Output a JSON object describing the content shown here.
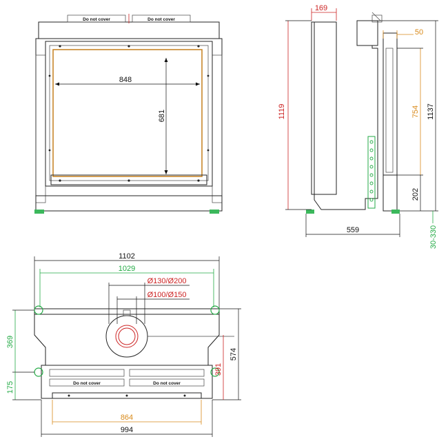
{
  "colors": {
    "black": "#111111",
    "red": "#cc2222",
    "green": "#22aa44",
    "orange": "#d98a1a",
    "glass": "#c8862a"
  },
  "front_view": {
    "label_do_not_cover_left": "Do not cover",
    "label_do_not_cover_right": "Do not cover",
    "dim_opening_width": "848",
    "dim_opening_height": "681"
  },
  "side_view": {
    "dim_top_offset": "169",
    "dim_total_height_inner": "1119",
    "dim_flange": "50",
    "dim_glass_height": "754",
    "dim_total_height": "1137",
    "dim_base_height": "202",
    "dim_depth": "559",
    "dim_leg_range": "30-330"
  },
  "top_view": {
    "dim_overall_width": "1102",
    "dim_leg_span": "1029",
    "dim_flue_outer": "Ø130/Ø200",
    "dim_flue_inner": "Ø100/Ø150",
    "dim_depth_total": "574",
    "dim_depth_body": "391",
    "dim_leg_depth": "369",
    "dim_front_leg": "175",
    "dim_glass_width": "864",
    "dim_body_width": "994",
    "label_do_not_cover_left": "Do not cover",
    "label_do_not_cover_right": "Do not cover"
  }
}
